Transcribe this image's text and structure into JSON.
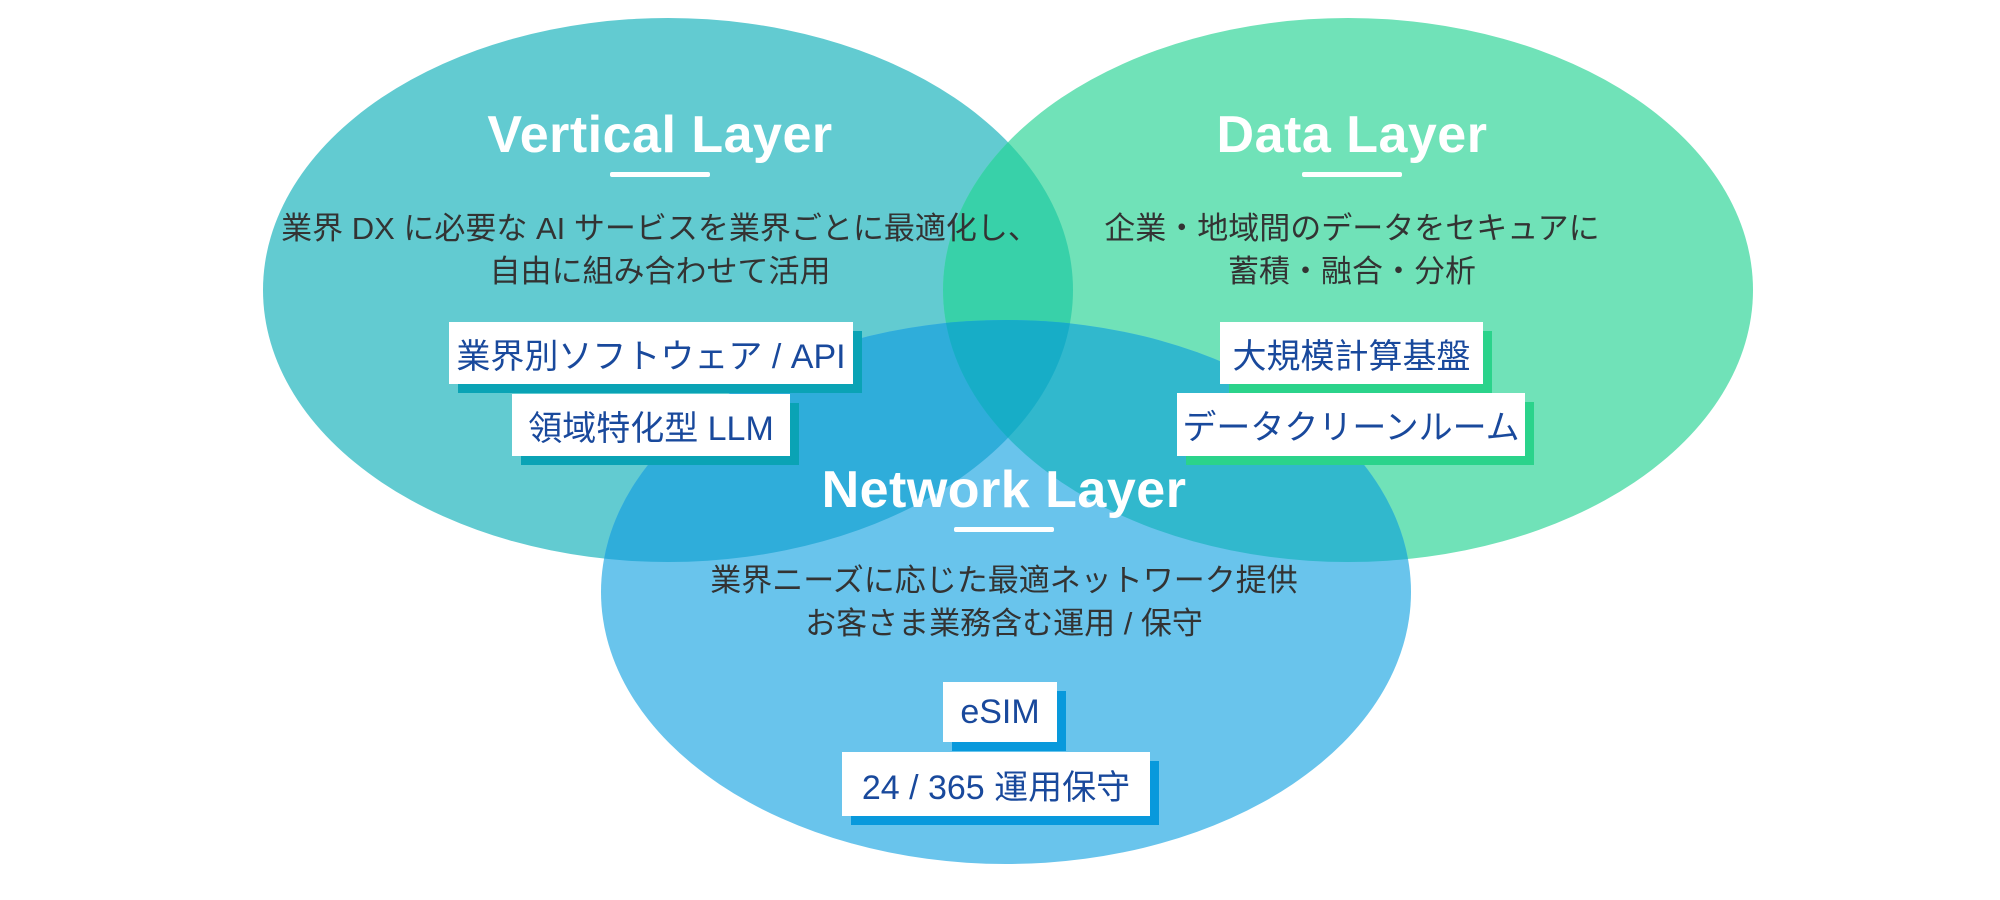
{
  "diagram_type": "venn",
  "colors": {
    "background": "#ffffff",
    "vertical_fill": "#62cbd1",
    "data_fill": "#70e2b8",
    "network_fill": "#69c4ec",
    "vertical_data_overlap": "#38d1a9",
    "vertical_network_overlap": "#2fadda",
    "data_network_overlap": "#31b8cd",
    "triple_overlap": "#17adc7",
    "vertical_shadow": "#0aa3b5",
    "data_shadow": "#2bd38b",
    "network_shadow": "#0899dc",
    "title_text": "#ffffff",
    "description_text": "#333333",
    "item_text": "#19499c"
  },
  "layers": {
    "vertical": {
      "title": "Vertical Layer",
      "description_line1": "業界 DX に必要な AI サービスを業界ごとに最適化し、",
      "description_line2": "自由に組み合わせて活用",
      "items": [
        "業界別ソフトウェア / API",
        "領域特化型 LLM"
      ]
    },
    "data": {
      "title": "Data Layer",
      "description_line1": "企業・地域間のデータをセキュアに",
      "description_line2": "蓄積・融合・分析",
      "items": [
        "大規模計算基盤",
        "データクリーンルーム"
      ]
    },
    "network": {
      "title": "Network Layer",
      "description_line1": "業界ニーズに応じた最適ネットワーク提供",
      "description_line2": "お客さま業務含む運用 / 保守",
      "items": [
        "eSIM",
        "24 / 365 運用保守"
      ]
    }
  }
}
